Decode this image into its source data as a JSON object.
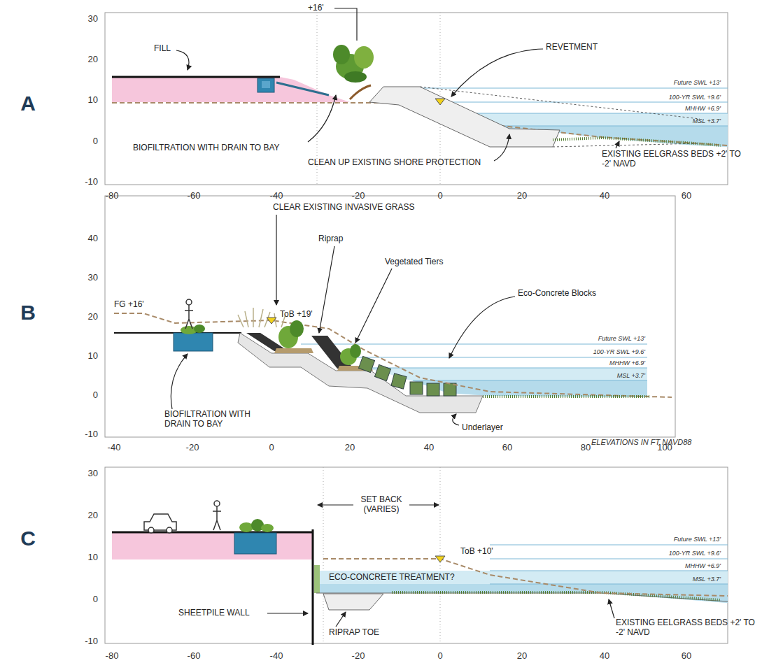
{
  "diagram": {
    "labels": [
      "A",
      "30",
      "20",
      "10",
      "0",
      "-10",
      "-80",
      "-60",
      "-40",
      "-20",
      "0",
      "20",
      "40",
      "60",
      "FILL",
      "+16'",
      "REVETMENT",
      "Future SWL +13'",
      "100-YR SWL +9.6'",
      "MHHW +6.9'",
      "MSL +3.7'",
      "BIOFILTRATION WITH DRAIN TO BAY",
      "CLEAN UP EXISTING SHORE PROTECTION",
      "EXISTING EELGRASS BEDS +2' TO -2' NAVD",
      "B",
      "40",
      "30",
      "20",
      "10",
      "0",
      "-10",
      "-40",
      "-20",
      "0",
      "20",
      "40",
      "60",
      "80",
      "100",
      "CLEAR EXISTING INVASIVE GRASS",
      "Riprap",
      "Vegetated Tiers",
      "Eco-Concrete Blocks",
      "FG +16'",
      "ToB +19'",
      "Future SWL +13'",
      "100-YR SWL +9.6'",
      "MHHW +6.9'",
      "MSL +3.7'",
      "BIOFILTRATION WITH DRAIN TO BAY",
      "Underlayer",
      "ELEVATIONS IN FT NAVD88",
      "C",
      "30",
      "20",
      "10",
      "0",
      "-10",
      "-80",
      "-60",
      "-40",
      "-20",
      "0",
      "20",
      "40",
      "60",
      "SET BACK (VARIES)",
      "ToB +10'",
      "Future SWL +13'",
      "100-YR SWL +9.6'",
      "MHHW +6.9'",
      "MSL +3.7'",
      "ECO-CONCRETE TREATMENT?",
      "SHEETPILE WALL",
      "RIPRAP TOE",
      "EXISTING EELGRASS BEDS +2' TO -2' NAVD"
    ]
  }
}
